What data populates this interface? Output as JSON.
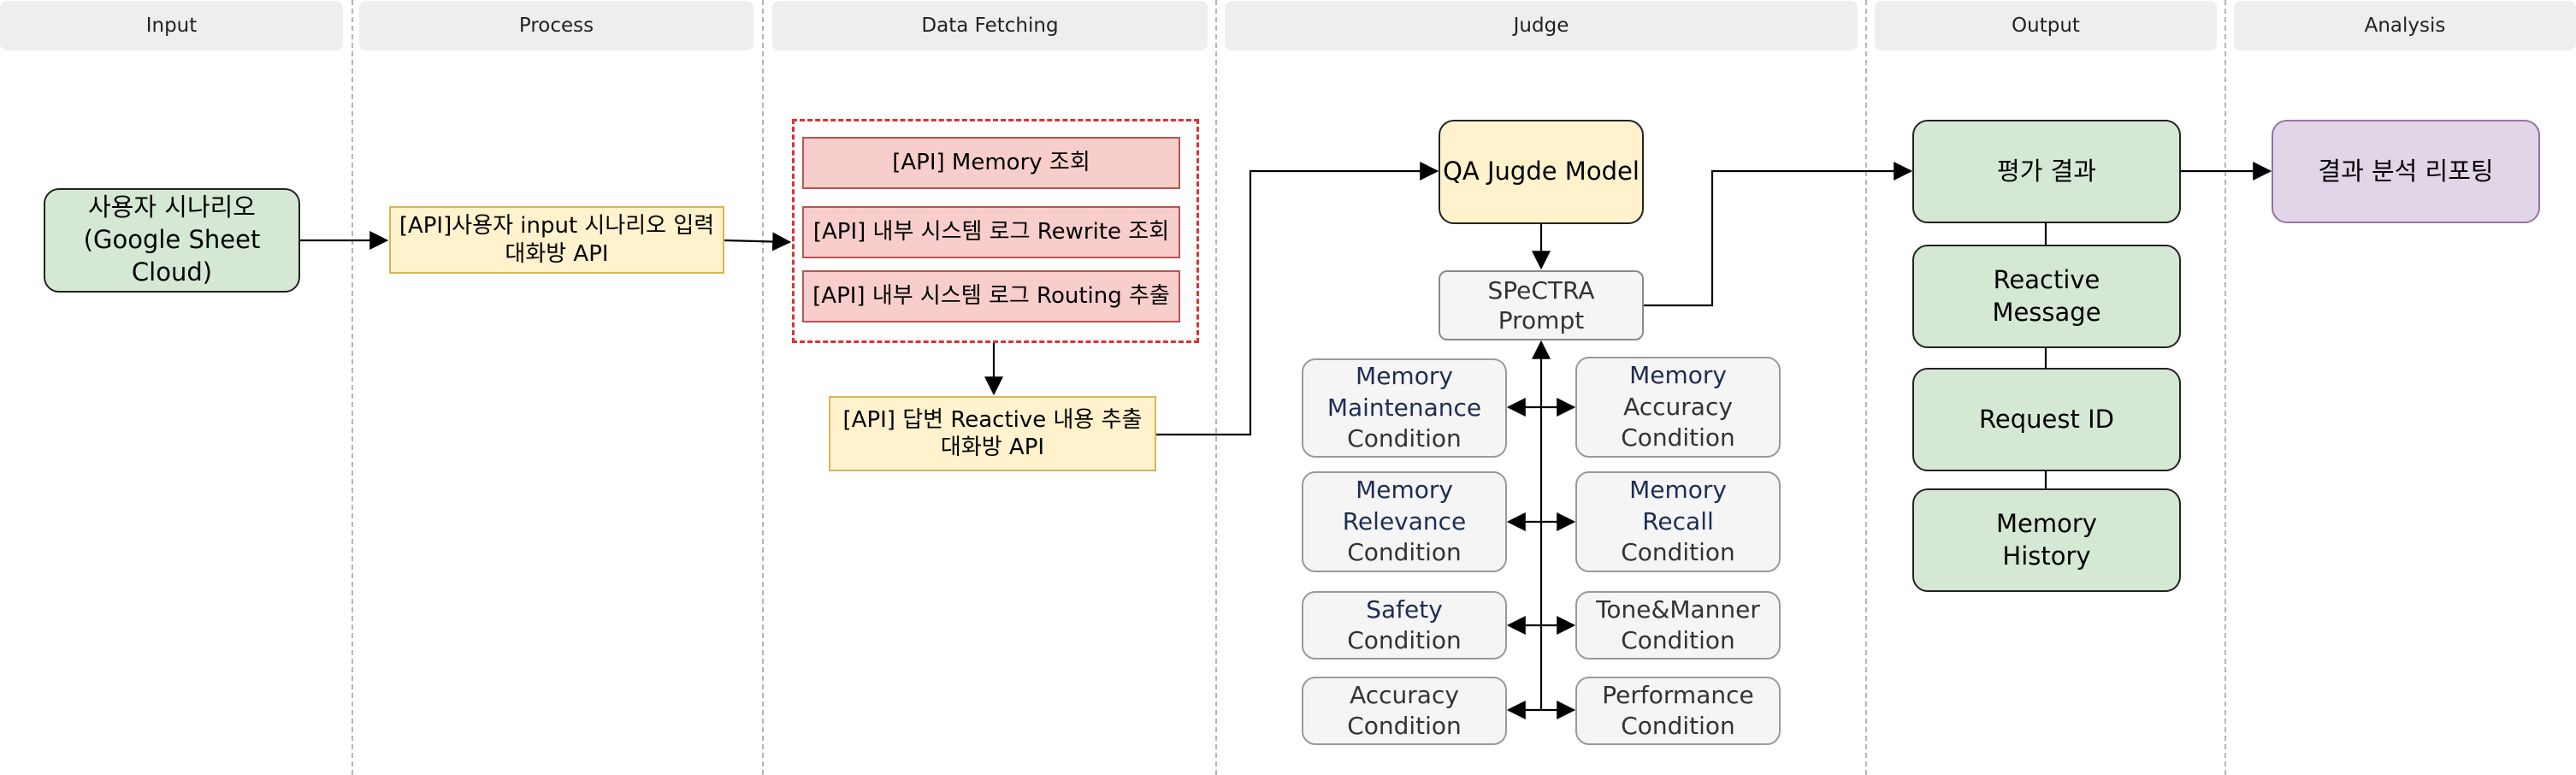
{
  "lanes": [
    "Input",
    "Process",
    "Data Fetching",
    "Judge",
    "Output",
    "Analysis"
  ],
  "nodes": {
    "user_scenario": [
      "사용자 시나리오",
      "(Google Sheet Cloud)"
    ],
    "scenario_input_api": [
      "[API]사용자 input 시나리오 입력",
      "대화방 API"
    ],
    "memory_lookup": "[API] Memory 조회",
    "rewrite_lookup": "[API] 내부 시스템 로그 Rewrite 조회",
    "routing_extract": "[API] 내부 시스템 로그 Routing 추출",
    "reactive_extract_api": [
      "[API] 답변 Reactive 내용 추출",
      "대화방 API"
    ],
    "qa_judge_model": "QA Jugde Model",
    "spectra_prompt": [
      "SPeCTRA",
      "Prompt"
    ],
    "conditions": {
      "memory_maintenance": [
        "Memory",
        "Maintenance",
        "Condition"
      ],
      "memory_accuracy": [
        "Memory",
        "Accuracy",
        "Condition"
      ],
      "memory_relevance": [
        "Memory",
        "Relevance",
        "Condition"
      ],
      "memory_recall": [
        "Memory",
        "Recall",
        "Condition"
      ],
      "safety": [
        "Safety",
        "Condition"
      ],
      "tone_manner": [
        "Tone&Manner",
        "Condition"
      ],
      "accuracy": [
        "Accuracy",
        "Condition"
      ],
      "performance": [
        "Performance",
        "Condition"
      ]
    },
    "eval_result": "평가 결과",
    "reactive_message": [
      "Reactive",
      "Message"
    ],
    "request_id": "Request ID",
    "memory_history": [
      "Memory",
      "History"
    ],
    "analysis_report": "결과 분석 리포팅"
  },
  "colors": {
    "green": "#d5e8d4",
    "yellow": "#fff2cc",
    "yellow_border": "#d6b656",
    "red": "#f8cecc",
    "red_border": "#b85450",
    "group_dash": "#e0302d",
    "purple": "#e1d5e7",
    "purple_border": "#9673a6",
    "gray": "#f5f5f5",
    "condition_accent_text": "#1f2d52"
  }
}
